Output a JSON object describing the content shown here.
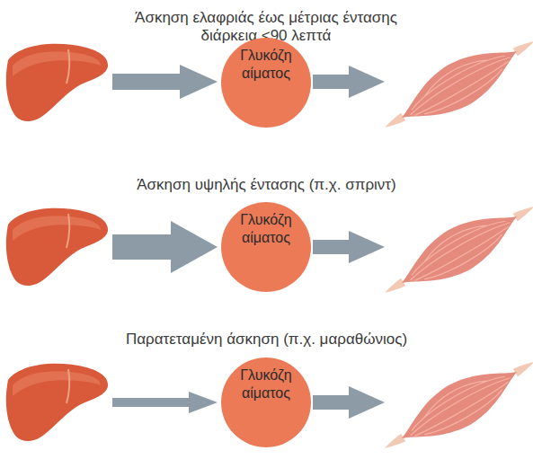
{
  "diagram": {
    "nodes": [
      {
        "text": [
          "Γλυκόζη αίματος"
        ]
      },
      {
        "text": [
          "Γλυκόζη αίματος"
        ]
      },
      {
        "text": [
          "Γλυκόζη αίματος"
        ]
      }
    ],
    "labels": [
      "Άσκηση ελαφριάς έως μέτριας έντασης διάρκεια <90 λεπτά",
      "Άσκηση υψηλής έντασης (π.χ. σπριντ)",
      "Παρατεταμένη άσκηση (π.χ. μαραθώνιος)"
    ]
  }
}
